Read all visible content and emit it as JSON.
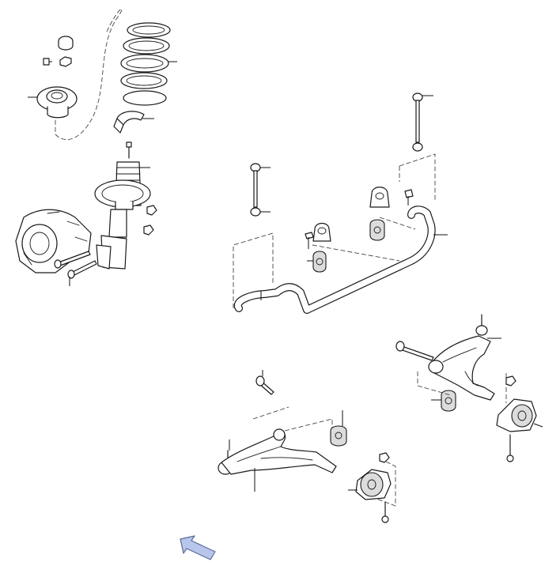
{
  "diagram": {
    "groups": [
      {
        "name": "front-strut-assembly"
      },
      {
        "name": "stabilizer-bar-assembly"
      },
      {
        "name": "left-lower-control-arm"
      },
      {
        "name": "right-lower-control-arm"
      }
    ],
    "colors": {
      "line": "#1a1a1a",
      "background": "#ffffff",
      "direction_arrow": "#b7c6ea"
    },
    "icons": [
      "direction-arrow-icon"
    ]
  }
}
